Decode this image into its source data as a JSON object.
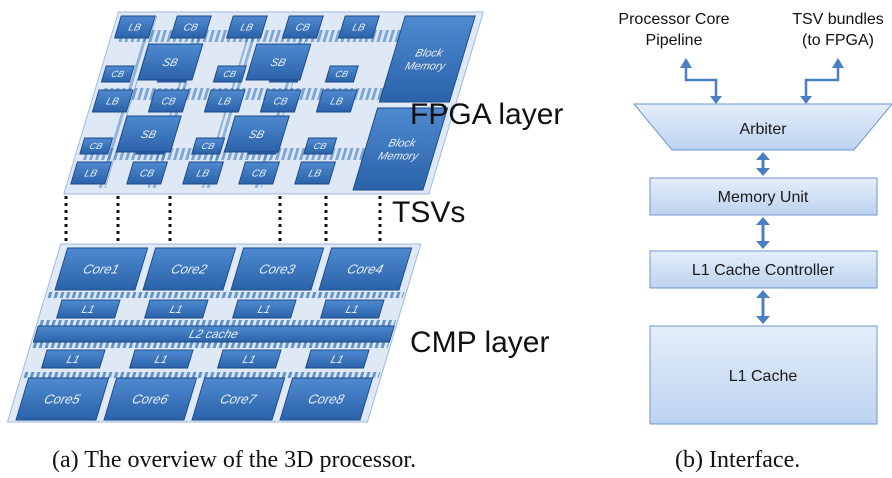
{
  "figure_a": {
    "fpga_label": "FPGA layer",
    "tsv_label": "TSVs",
    "cmp_label": "CMP layer",
    "caption": "(a) The overview of the 3D processor.",
    "fpga": {
      "lb": "LB",
      "cb": "CB",
      "sb": "SB",
      "block_memory_top": "Block\nMemory",
      "block_memory_bottom": "Block\nMemory"
    },
    "cmp": {
      "top_cores": [
        "Core1",
        "Core2",
        "Core3",
        "Core4"
      ],
      "bottom_cores": [
        "Core5",
        "Core6",
        "Core7",
        "Core8"
      ],
      "l1": "L1",
      "l2": "L2 cache"
    }
  },
  "figure_b": {
    "label_left": "Processor Core\nPipeline",
    "label_right": "TSV bundles\n(to FPGA)",
    "arbiter": "Arbiter",
    "memory_unit": "Memory Unit",
    "l1_controller": "L1 Cache Controller",
    "l1_cache": "L1 Cache",
    "caption": "(b) Interface."
  },
  "colors": {
    "tile": "#2f6db5",
    "tile_dark": "#1f4f8f",
    "box_fill": "#c9ddf5",
    "arrow": "#4a7fc1"
  }
}
